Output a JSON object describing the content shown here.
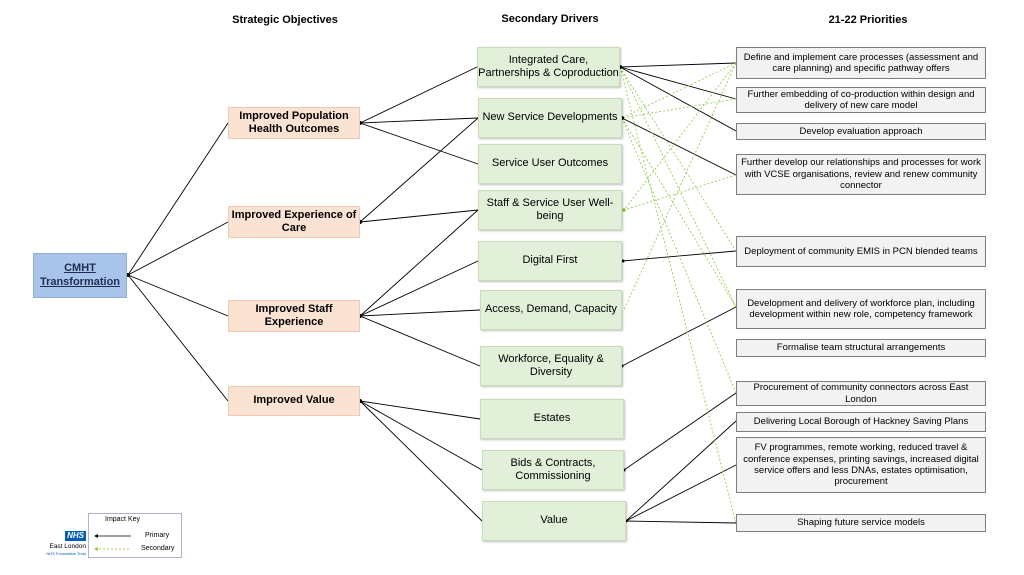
{
  "headers": {
    "objectives": "Strategic Objectives",
    "drivers": "Secondary Drivers",
    "priorities": "21-22 Priorities"
  },
  "root": "CMHT Transformation",
  "objectives": [
    "Improved Population Health Outcomes",
    "Improved Experience of Care",
    "Improved Staff Experience",
    "Improved Value"
  ],
  "drivers": [
    "Integrated Care, Partnerships & Coproduction",
    "New Service Developments",
    "Service User Outcomes",
    "Staff & Service User Well-being",
    "Digital First",
    "Access, Demand, Capacity",
    "Workforce, Equality & Diversity",
    "Estates",
    "Bids & Contracts, Commissioning",
    "Value"
  ],
  "priorities": [
    "Define and implement care processes (assessment and care planning) and specific pathway offers",
    "Further embedding of co-production within design and delivery of new care model",
    "Develop evaluation approach",
    "Further develop our relationships and processes for work with VCSE organisations, review and renew community connector",
    "Deployment of community EMIS in PCN blended teams",
    "Development and delivery of workforce plan, including development within new role, competency framework",
    "Formalise team structural arrangements",
    "Procurement of community connectors across East London",
    "Delivering Local Borough of Hackney Saving Plans",
    "FV programmes, remote working, reduced travel & conference expenses, printing savings, increased digital service offers and less DNAs, estates optimisation, procurement",
    "Shaping future service models"
  ],
  "key": {
    "title": "Impact Key",
    "primary": "Primary",
    "secondary": "Secondary",
    "primary_color": "#000000",
    "secondary_color": "#8dc63f"
  },
  "logo": {
    "badge": "NHS",
    "org": "East London",
    "trust": "NHS Foundation Trust"
  }
}
